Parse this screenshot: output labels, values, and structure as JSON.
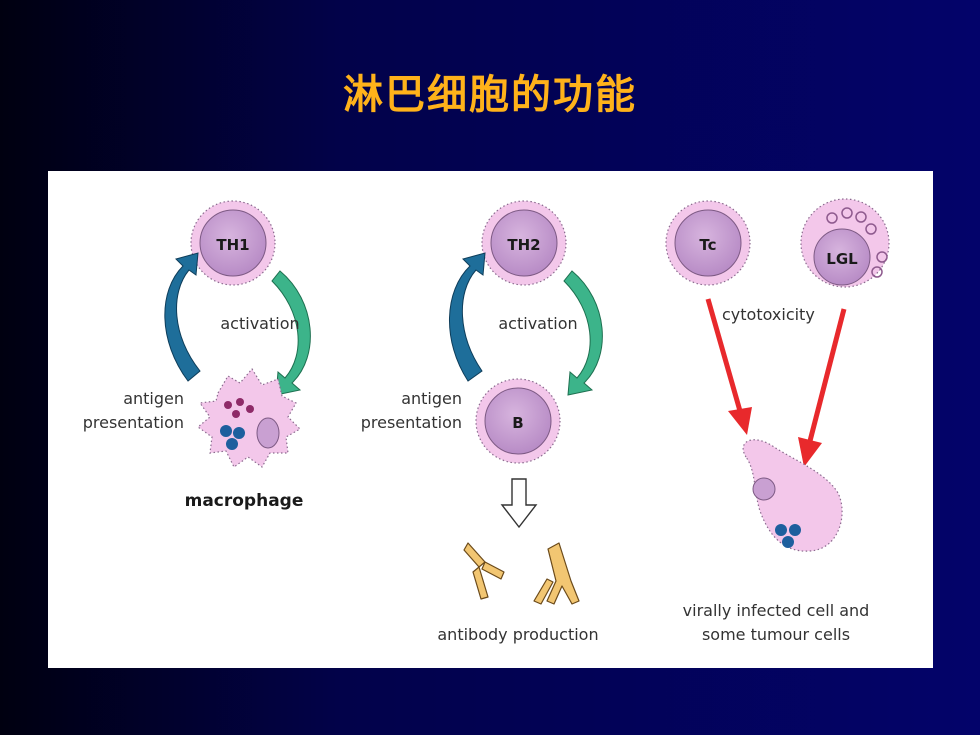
{
  "slide": {
    "title": "淋巴细胞的功能"
  },
  "diagram": {
    "cells": {
      "th1": "TH1",
      "th2": "TH2",
      "tc": "Tc",
      "lgl": "LGL",
      "b": "B"
    },
    "labels": {
      "activation_1": "activation",
      "activation_2": "activation",
      "antigen_1": "antigen",
      "presentation_1": "presentation",
      "antigen_2": "antigen",
      "presentation_2": "presentation",
      "macrophage": "macrophage",
      "cytotoxicity": "cytotoxicity",
      "antibody_production": "antibody production",
      "target_line1": "virally infected cell and",
      "target_line2": "some tumour cells"
    },
    "colors": {
      "cell_fill": "#c9a0d2",
      "cell_membrane": "#efc2e6",
      "blue_arrow": "#1e6e9a",
      "green_arrow": "#3cb48a",
      "red_arrow": "#e8292c",
      "antibody": "#f2c672"
    }
  }
}
